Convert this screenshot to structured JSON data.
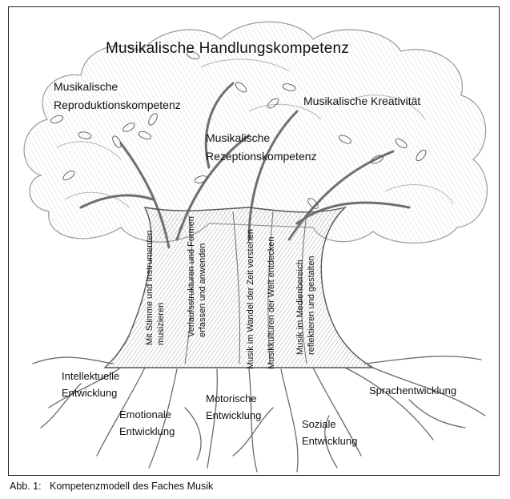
{
  "title": "Musikalische Handlungskompetenz",
  "crown": {
    "reproduction": [
      "Musikalische",
      "Reproduktionskompetenz"
    ],
    "reception": [
      "Musikalische",
      "Rezeptionskompetenz"
    ],
    "creativity": "Musikalische Kreativität"
  },
  "trunk": {
    "t1": [
      "Mit Stimme und Instrumenten",
      "musizieren"
    ],
    "t2": [
      "Verlaufsstrukturen und Formen",
      "erfassen und anwenden"
    ],
    "t3": [
      "Musik im Wandel der Zeit verstehen"
    ],
    "t4": [
      "Musikkulturen der Welt entdecken"
    ],
    "t5": [
      "Musik im Medienbereich",
      "reflektieren und gestalten"
    ]
  },
  "roots": {
    "intellectual": [
      "Intellektuelle",
      "Entwicklung"
    ],
    "emotional": [
      "Emotionale",
      "Entwicklung"
    ],
    "motor": [
      "Motorische",
      "Entwicklung"
    ],
    "social": [
      "Soziale",
      "Entwicklung"
    ],
    "language": "Sprachentwicklung"
  },
  "caption": {
    "number": "Abb. 1:",
    "text": "Kompetenzmodell des Faches Musik"
  }
}
